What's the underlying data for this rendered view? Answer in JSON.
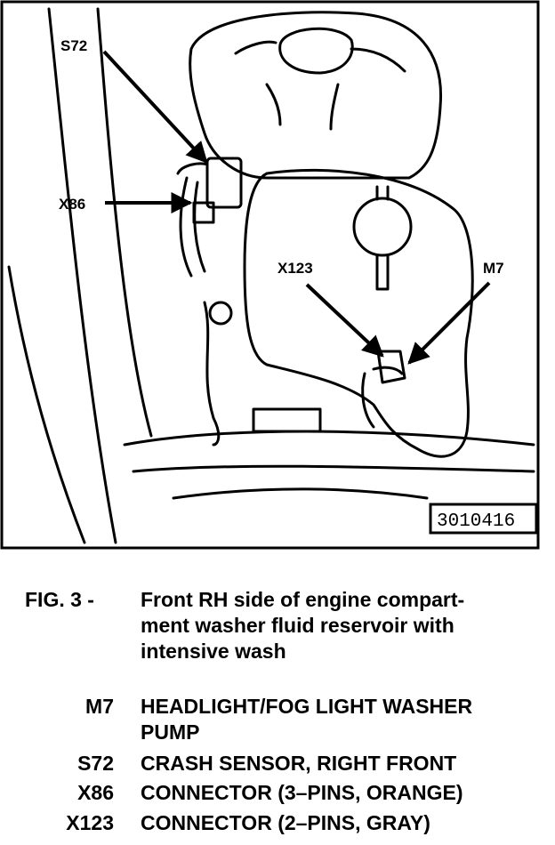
{
  "figure": {
    "callouts": {
      "s72": "S72",
      "x86": "X86",
      "x123": "X123",
      "m7": "M7"
    },
    "figure_number": "3010416"
  },
  "caption": {
    "label": "FIG. 3 -",
    "lines": [
      "Front RH side of engine compart-",
      "ment washer fluid reservoir with",
      "intensive wash"
    ]
  },
  "legend": [
    {
      "code": "M7",
      "lines": [
        "HEADLIGHT/FOG LIGHT WASHER",
        "PUMP"
      ]
    },
    {
      "code": "S72",
      "lines": [
        "CRASH SENSOR, RIGHT FRONT"
      ]
    },
    {
      "code": "X86",
      "lines": [
        "CONNECTOR (3–PINS, ORANGE)"
      ]
    },
    {
      "code": "X123",
      "lines": [
        "CONNECTOR (2–PINS, GRAY)"
      ]
    }
  ]
}
